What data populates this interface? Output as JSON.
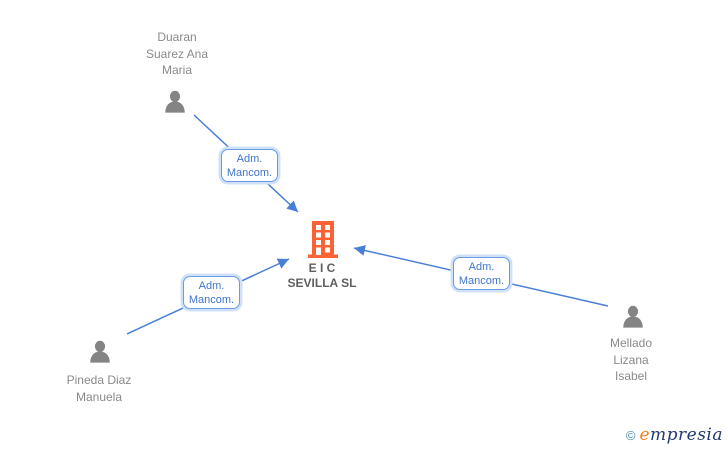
{
  "colors": {
    "edge": "#4a7fd6",
    "box_border": "#6b9be4",
    "box_glow": "#cfe0f7",
    "box_text": "#3f74cc",
    "person_icon": "#848484",
    "person_label": "#8a8a8a",
    "company_icon": "#fb6234",
    "company_label": "#5f5f5f",
    "logo_copyright": "#4a8ca8",
    "logo_e": "#f08019",
    "logo_rest": "#223a70",
    "background": "#ffffff"
  },
  "nodes": {
    "person_top": {
      "type": "person",
      "lines": [
        "Duaran",
        "Suarez Ana",
        "Maria"
      ]
    },
    "person_bottom_left": {
      "type": "person",
      "lines": [
        "Pineda Diaz",
        "Manuela"
      ]
    },
    "person_right": {
      "type": "person",
      "lines": [
        "Mellado",
        "Lizana",
        "Isabel"
      ]
    },
    "company": {
      "type": "company",
      "lines": [
        "E I C",
        "SEVILLA SL"
      ]
    }
  },
  "edges": [
    {
      "from": "Duaran Suarez Ana Maria",
      "to": "E I C SEVILLA SL",
      "label_lines": [
        "Adm.",
        "Mancom."
      ]
    },
    {
      "from": "Pineda Diaz Manuela",
      "to": "E I C SEVILLA SL",
      "label_lines": [
        "Adm.",
        "Mancom."
      ]
    },
    {
      "from": "Mellado Lizana Isabel",
      "to": "E I C SEVILLA SL",
      "label_lines": [
        "Adm.",
        "Mancom."
      ]
    }
  ],
  "footer": {
    "copyright": "©",
    "brand_first": "e",
    "brand_rest": "mpresia"
  }
}
